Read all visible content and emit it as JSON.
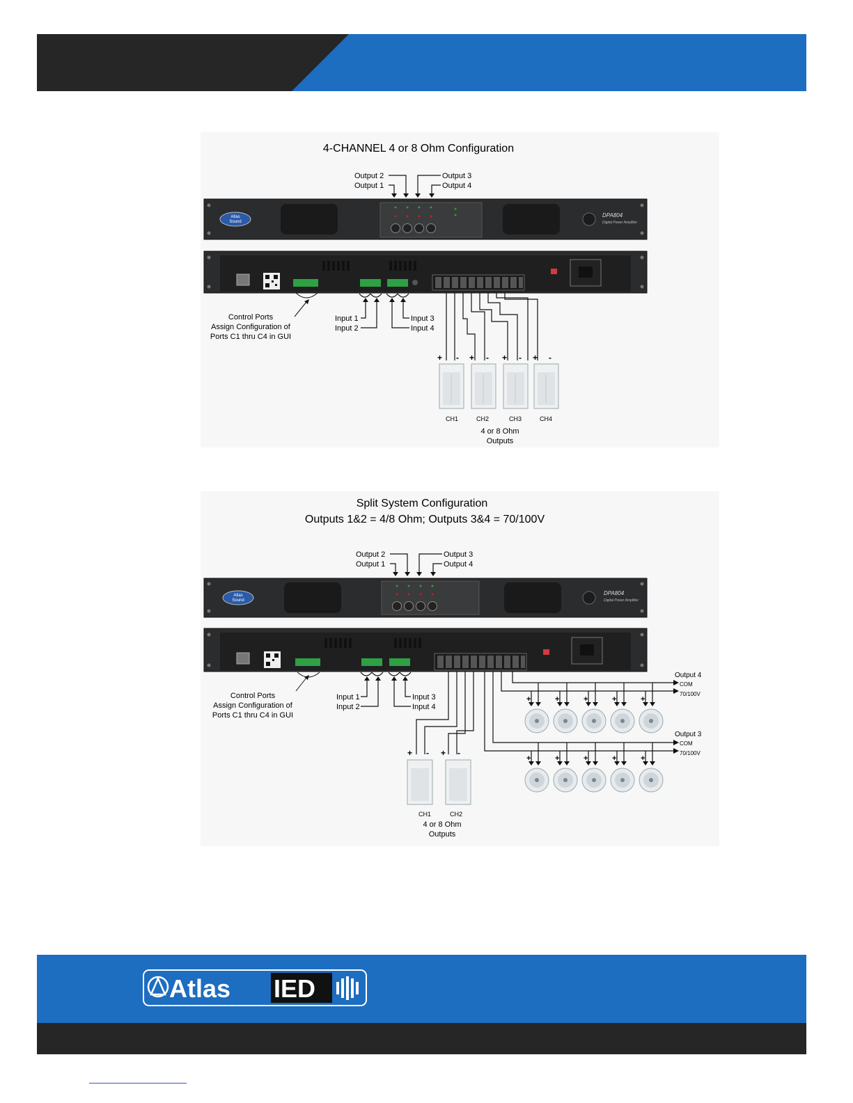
{
  "diagram1": {
    "title": "4-CHANNEL 4 or 8 Ohm Configuration",
    "output_labels": [
      "Output 2",
      "Output 1",
      "Output 3",
      "Output 4"
    ],
    "model_label": "DPA804",
    "model_sub": "Digital Power Amplifier",
    "brand_badge": [
      "Atlas",
      "Sound"
    ],
    "control_ports_label": [
      "Control Ports",
      "Assign Configuration of",
      "Ports C1 thru C4 in GUI"
    ],
    "input_labels_left": [
      "Input 1",
      "Input 2"
    ],
    "input_labels_right": [
      "Input 3",
      "Input 4"
    ],
    "channels": [
      "CH1",
      "CH2",
      "CH3",
      "CH4"
    ],
    "outputs_caption": [
      "4 or 8 Ohm",
      "Outputs"
    ]
  },
  "diagram2": {
    "title": "Split System Configuration",
    "subtitle": "Outputs 1&2 = 4/8 Ohm; Outputs 3&4 = 70/100V",
    "output_labels": [
      "Output 2",
      "Output 1",
      "Output 3",
      "Output 4"
    ],
    "model_label": "DPA804",
    "model_sub": "Digital Power Amplifier",
    "brand_badge": [
      "Atlas",
      "Sound"
    ],
    "control_ports_label": [
      "Control Ports",
      "Assign Configuration of",
      "Ports C1 thru C4 in GUI"
    ],
    "input_labels_left": [
      "Input 1",
      "Input 2"
    ],
    "input_labels_right": [
      "Input 3",
      "Input 4"
    ],
    "channels": [
      "CH1",
      "CH2"
    ],
    "outputs_caption": [
      "4 or 8 Ohm",
      "Outputs"
    ],
    "line_out_4": [
      "Output 4",
      "COM",
      "70/100V"
    ],
    "line_out_3": [
      "Output 3",
      "COM",
      "70/100V"
    ]
  },
  "footer": {
    "logo_text": "AtlasIED"
  },
  "colors": {
    "blue": "#1d6dc1",
    "dark": "#262626",
    "panel": "#f7f7f7"
  }
}
